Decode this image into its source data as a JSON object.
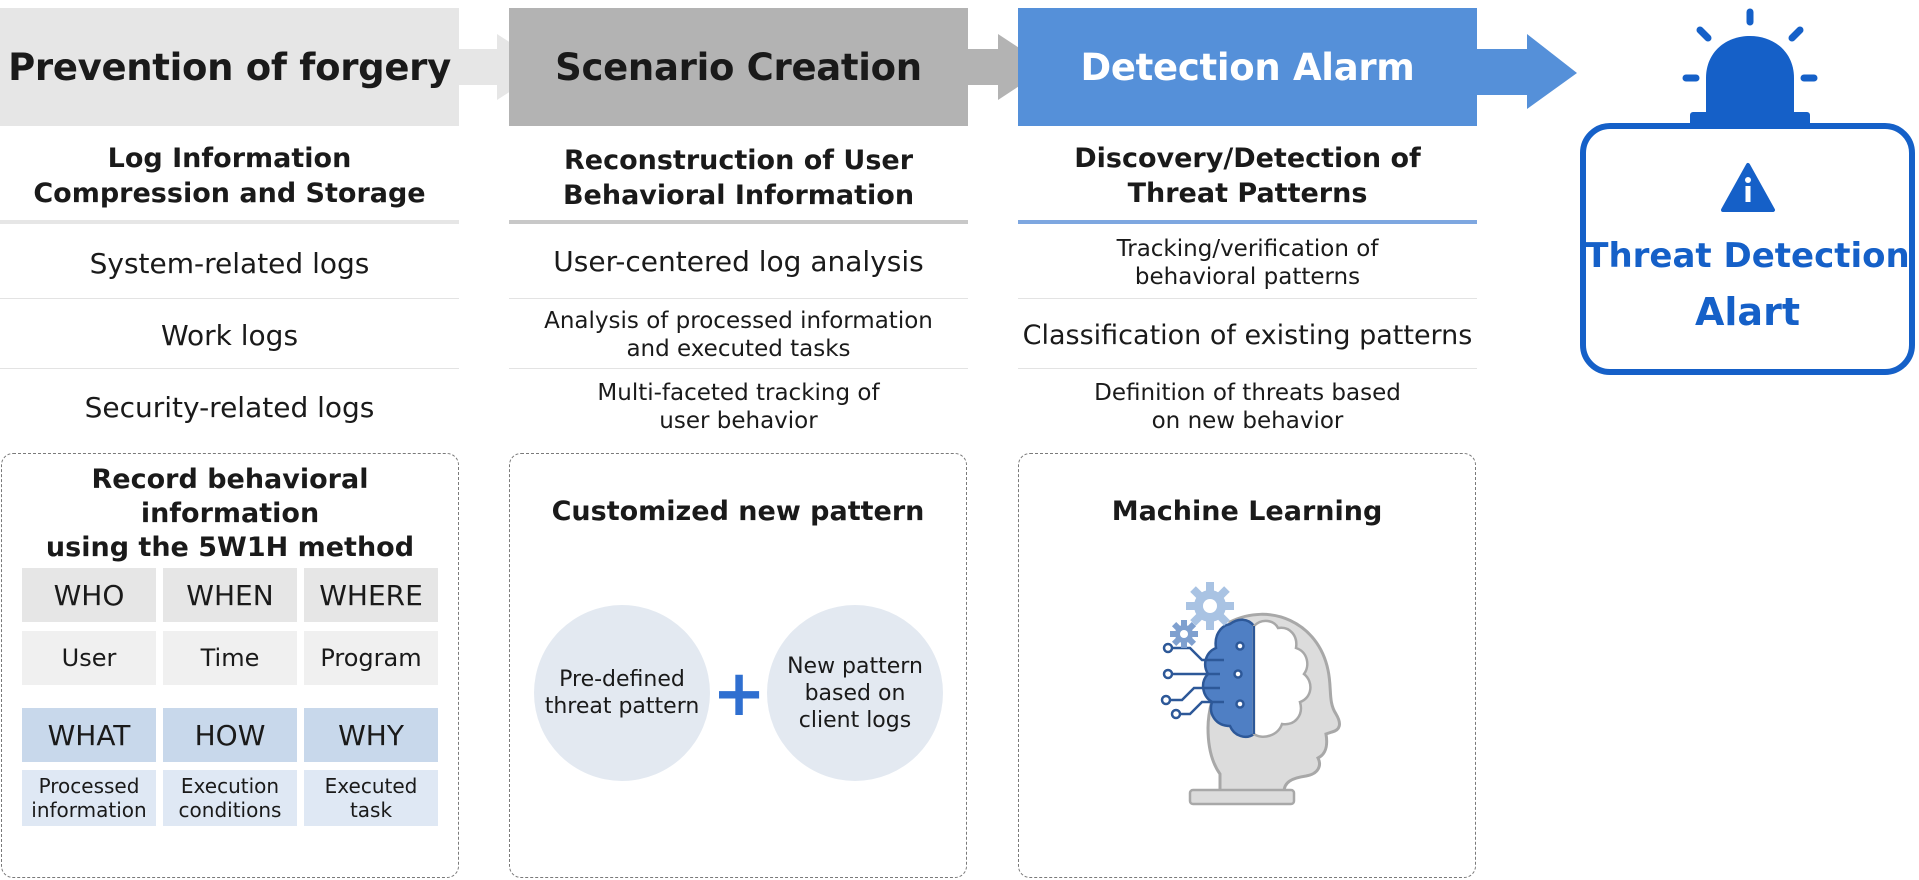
{
  "columns": [
    {
      "header": "Prevention of forgery",
      "subtitle": "Log Information\nCompression and Storage",
      "rows": [
        "System-related logs",
        "Work logs",
        "Security-related logs"
      ],
      "panel_title": "Record behavioral information\nusing the 5W1H method",
      "grid": {
        "top_headers": [
          "WHO",
          "WHEN",
          "WHERE"
        ],
        "top_values": [
          "User",
          "Time",
          "Program"
        ],
        "bottom_headers": [
          "WHAT",
          "HOW",
          "WHY"
        ],
        "bottom_values": [
          "Processed\ninformation",
          "Execution\nconditions",
          "Executed\ntask"
        ]
      }
    },
    {
      "header": "Scenario Creation",
      "subtitle": "Reconstruction of User\nBehavioral Information",
      "rows": [
        "User-centered log analysis",
        "Analysis of processed information\nand executed tasks",
        "Multi-faceted tracking of\nuser behavior"
      ],
      "panel_title": "Customized new pattern",
      "circle_left": "Pre-defined\nthreat pattern",
      "plus": "+",
      "circle_right": "New pattern\nbased on\nclient logs"
    },
    {
      "header": "Detection Alarm",
      "subtitle": "Discovery/Detection of\nThreat Patterns",
      "rows": [
        "Tracking/verification of\nbehavioral patterns",
        "Classification of existing patterns",
        "Definition of threats based\non new behavior"
      ],
      "panel_title": "Machine Learning",
      "illustration_icon": "ai-head-brain-gears-icon"
    }
  ],
  "alert": {
    "title_line1": "Threat Detection",
    "title_line2": "Alart",
    "icons": [
      "siren-icon",
      "warning-triangle-icon"
    ]
  },
  "colors": {
    "accent_blue": "#5590d9",
    "alert_blue": "#1560c8",
    "header_light_gray": "#e6e6e6",
    "header_mid_gray": "#b3b3b3",
    "panel_blue_header": "#c8d8eb",
    "panel_blue_cell": "#dfe8f4",
    "circle_fill": "#e3e9f1"
  }
}
